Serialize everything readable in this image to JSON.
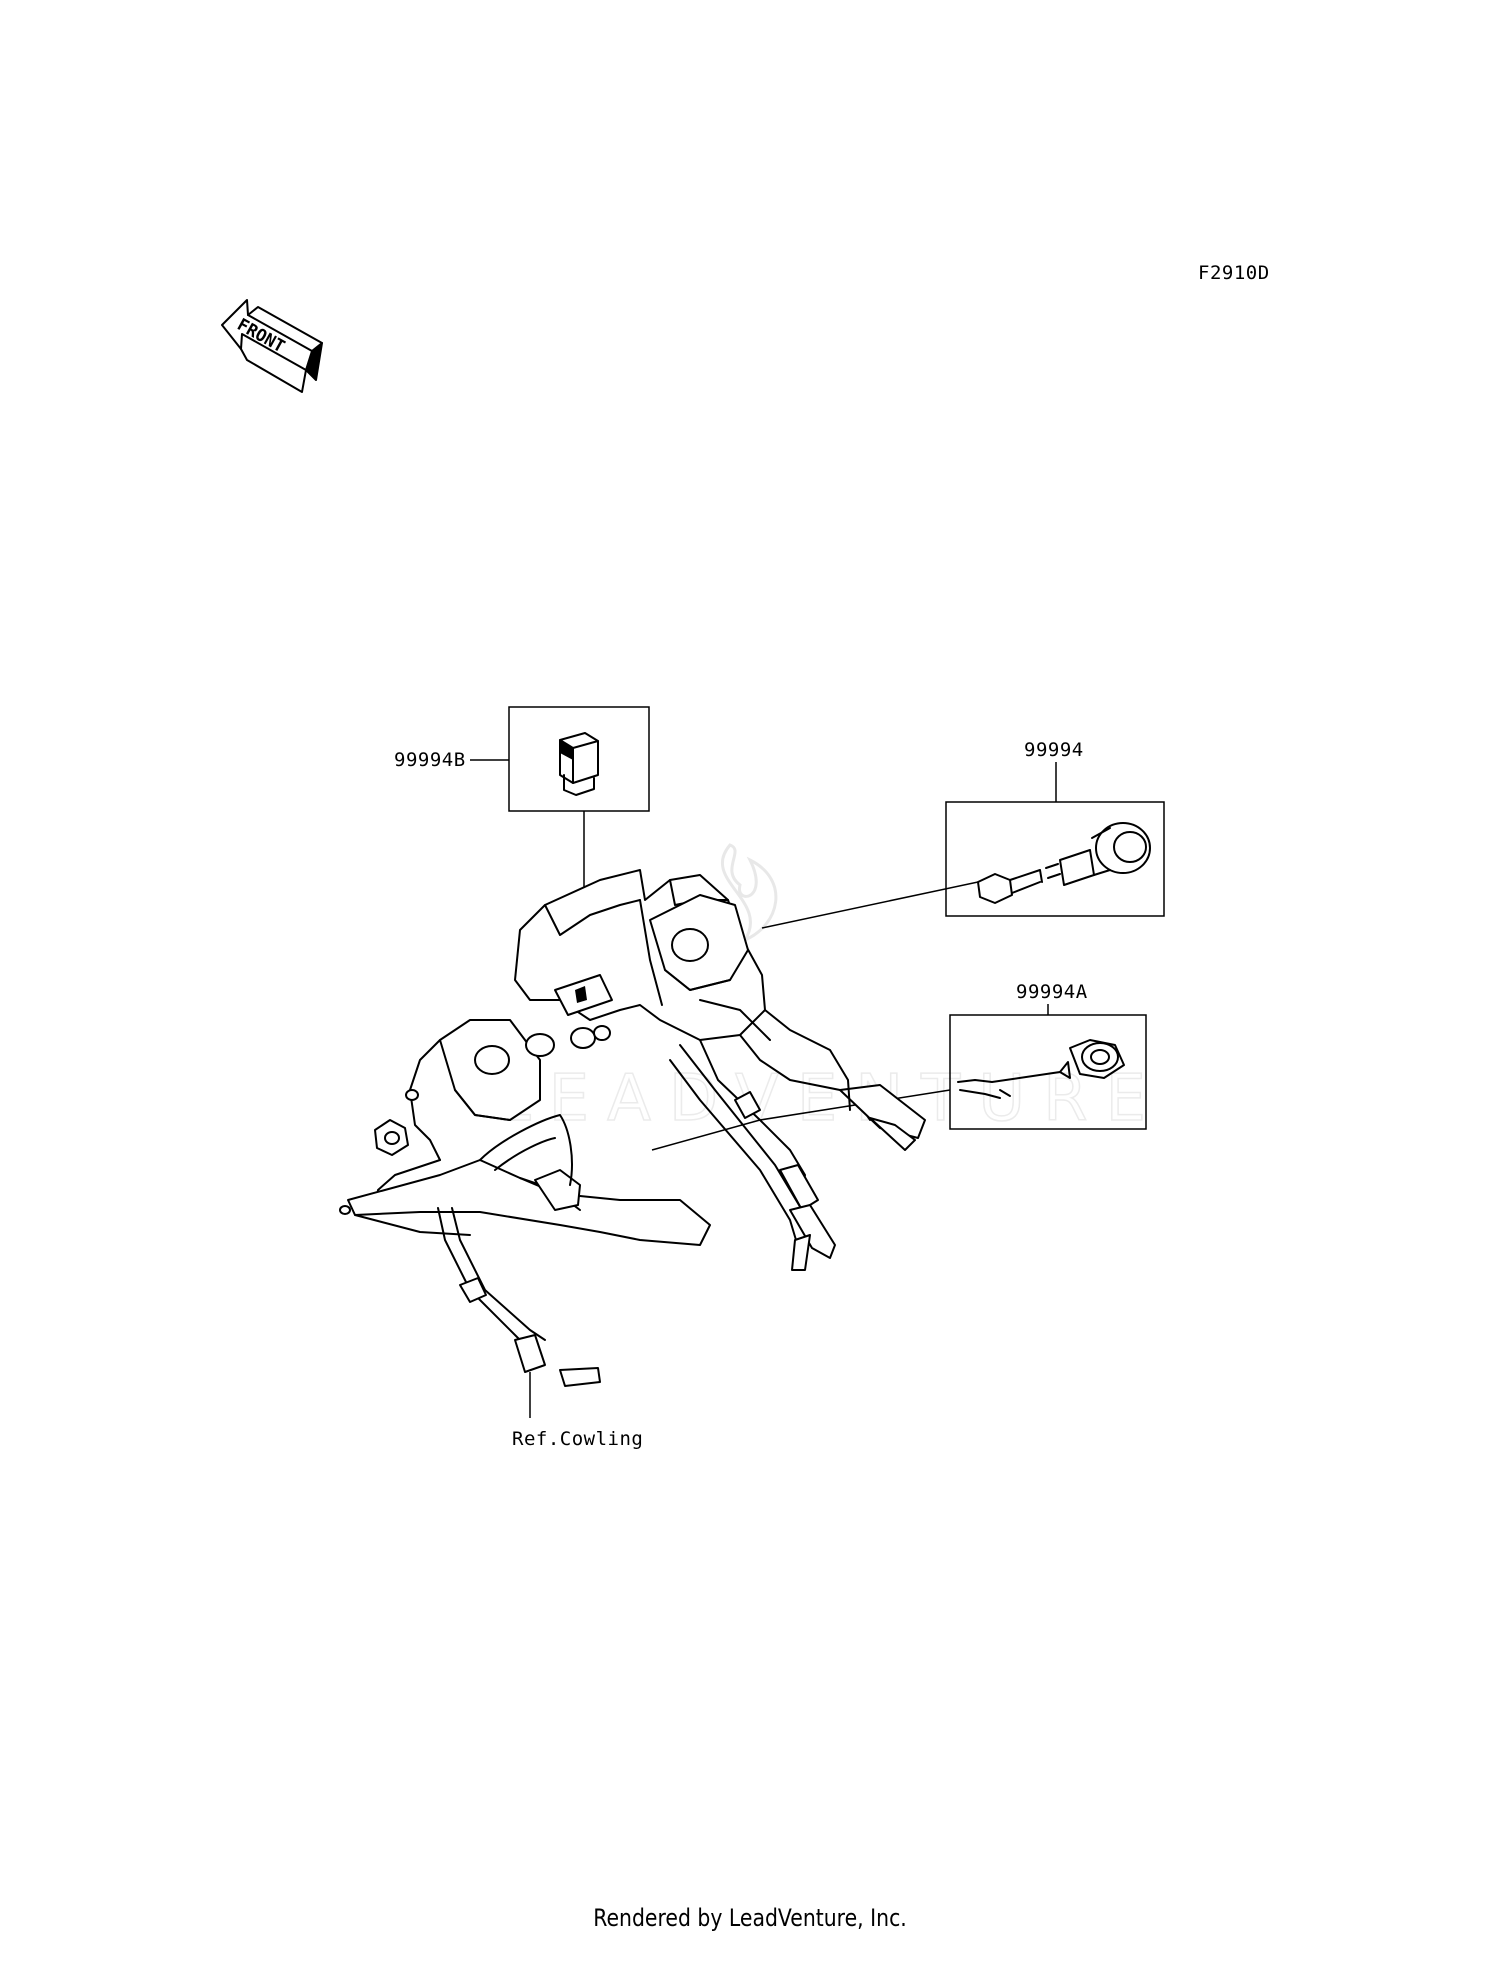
{
  "diagram": {
    "figure_code": "F2910D",
    "front_arrow_text": "FRONT",
    "callouts": [
      {
        "id": "99994B"
      },
      {
        "id": "99994"
      },
      {
        "id": "99994A"
      }
    ],
    "reference_label": "Ref.Cowling"
  },
  "watermark_text": "LEADVENTURE",
  "footer": "Rendered by LeadVenture, Inc.",
  "icons": {
    "front": "front-arrow-icon"
  }
}
